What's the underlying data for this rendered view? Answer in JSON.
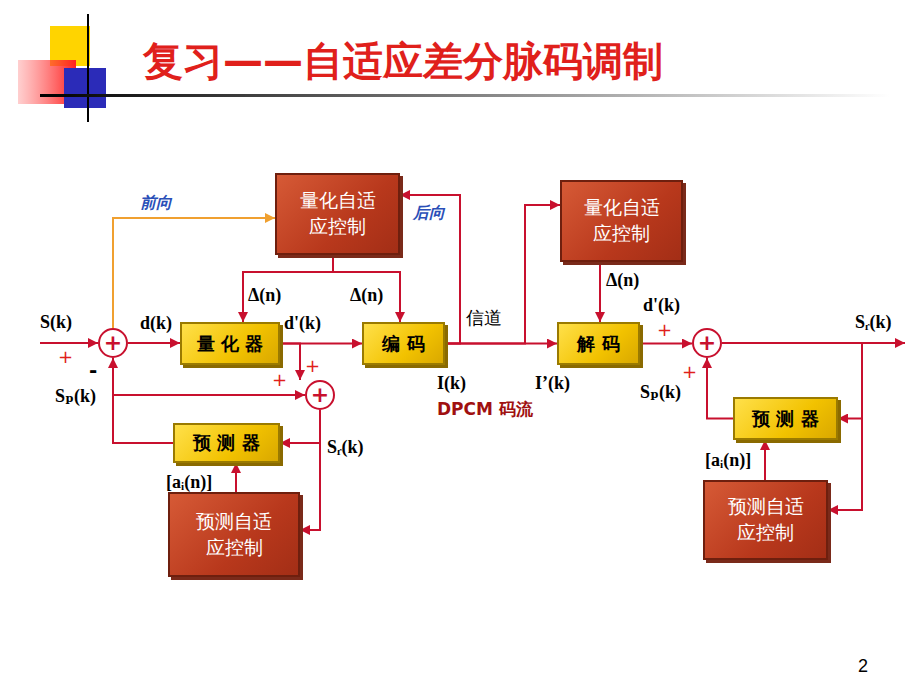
{
  "diagram": {
    "title": "复习——自适应差分脉码调制",
    "nodes": [
      {
        "text": [
          "量化自适应控制"
        ]
      },
      {
        "text": [
          "量 化 器"
        ]
      },
      {
        "text": [
          "编 码"
        ]
      },
      {
        "text": [
          "预 测 器"
        ]
      },
      {
        "text": [
          "预测自适应控制"
        ]
      },
      {
        "text": [
          "量化自适应控制"
        ]
      },
      {
        "text": [
          "解 码"
        ]
      },
      {
        "text": [
          "预 测 器"
        ]
      },
      {
        "text": [
          "预测自适应控制"
        ]
      },
      {
        "text": [
          "+"
        ]
      },
      {
        "text": [
          "+"
        ]
      },
      {
        "text": [
          "+"
        ]
      }
    ],
    "edges": [
      {
        "from": 9,
        "to": 1,
        "arrow": "to",
        "label": "d(k)"
      },
      {
        "from": 1,
        "to": 2,
        "arrow": "to",
        "label": "d'(k)"
      },
      {
        "from": 0,
        "to": 1,
        "arrow": "to",
        "label": "Δ(n)"
      },
      {
        "from": 0,
        "to": 2,
        "arrow": "to",
        "label": "Δ(n)"
      },
      {
        "from": 9,
        "to": 0,
        "arrow": "to",
        "label": "前向"
      },
      {
        "from": 2,
        "to": 0,
        "arrow": "to",
        "label": "后向"
      },
      {
        "from": 1,
        "to": 10,
        "arrow": "to"
      },
      {
        "from": 3,
        "to": 9,
        "arrow": "to"
      },
      {
        "from": 3,
        "to": 10,
        "arrow": "to"
      },
      {
        "from": 10,
        "to": 3,
        "arrow": "to"
      },
      {
        "from": 10,
        "to": 4,
        "arrow": "to"
      },
      {
        "from": 4,
        "to": 3,
        "arrow": "to",
        "label": "[aᵢ(n)]"
      },
      {
        "from": 2,
        "to": 6,
        "arrow": "to",
        "label": "信道"
      },
      {
        "from": 2,
        "to": 5,
        "arrow": "to"
      },
      {
        "from": 5,
        "to": 6,
        "arrow": "to",
        "label": "Δ(n)"
      },
      {
        "from": 6,
        "to": 11,
        "arrow": "to",
        "label": "d'(k)"
      },
      {
        "from": 11,
        "to": 7,
        "arrow": "to"
      },
      {
        "from": 11,
        "to": 8,
        "arrow": "to"
      },
      {
        "from": 7,
        "to": 11,
        "arrow": "to"
      },
      {
        "from": 8,
        "to": 7,
        "arrow": "to",
        "label": "[aᵢ(n)]"
      }
    ],
    "labels": [
      "S(k)",
      "+",
      "-",
      "+",
      "+",
      "Sₚ(k)",
      "Sᵣ(k)",
      "I(k)",
      "I’(k)",
      "DPCM 码流",
      "+",
      "+",
      "Sₚ(k)",
      "Sᵣ(k)",
      "2"
    ]
  }
}
